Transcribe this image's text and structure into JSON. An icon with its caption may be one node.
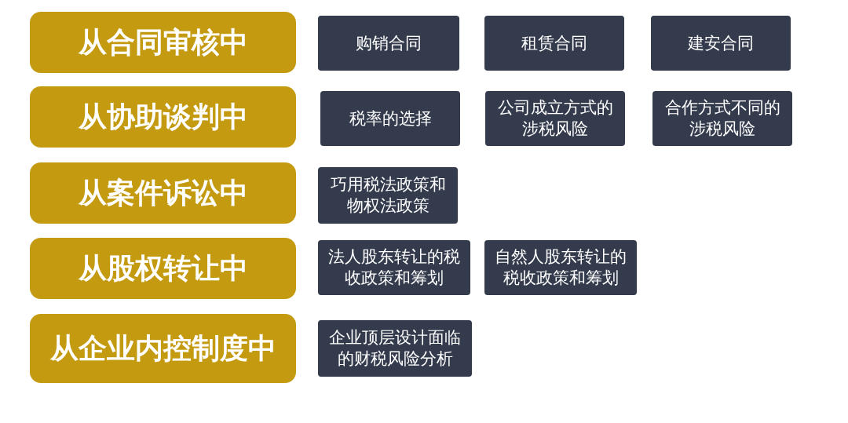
{
  "diagram": {
    "nodes": [
      {
        "text": [
          "从合同审核中"
        ]
      },
      {
        "text": [
          "购销合同"
        ]
      },
      {
        "text": [
          "租赁合同"
        ]
      },
      {
        "text": [
          "建安合同"
        ]
      },
      {
        "text": [
          "从协助谈判中"
        ]
      },
      {
        "text": [
          "税率的选择"
        ]
      },
      {
        "text": [
          "公司成立方式的涉税风险"
        ]
      },
      {
        "text": [
          "合作方式不同的涉税风险"
        ]
      },
      {
        "text": [
          "从案件诉讼中"
        ]
      },
      {
        "text": [
          "巧用税法政策和物权法政策"
        ]
      },
      {
        "text": [
          "从股权转让中"
        ]
      },
      {
        "text": [
          "法人股东转让的税收政策和筹划"
        ]
      },
      {
        "text": [
          "自然人股东转让的税收政策和筹划"
        ]
      },
      {
        "text": [
          "从企业内控制度中"
        ]
      },
      {
        "text": [
          "企业顶层设计面临的财税风险分析"
        ]
      }
    ],
    "edges": []
  }
}
